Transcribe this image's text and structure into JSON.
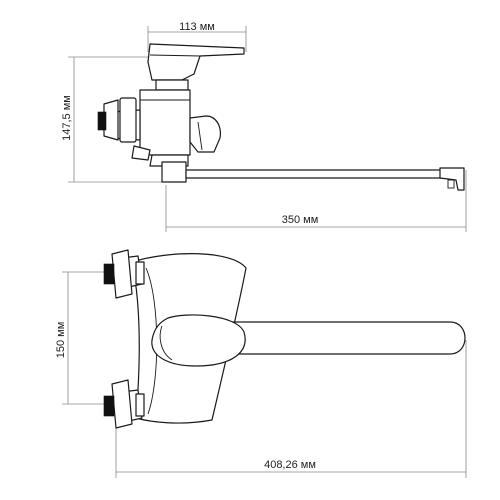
{
  "dimensions": {
    "top_width": "113 мм",
    "height": "147,5 мм",
    "spout_length": "350 мм",
    "inlet_spacing": "150 мм",
    "overall_length": "408,26 мм"
  },
  "colors": {
    "outline": "#1a1a1a",
    "dimension_line": "#8a8a8a",
    "background": "#ffffff"
  }
}
